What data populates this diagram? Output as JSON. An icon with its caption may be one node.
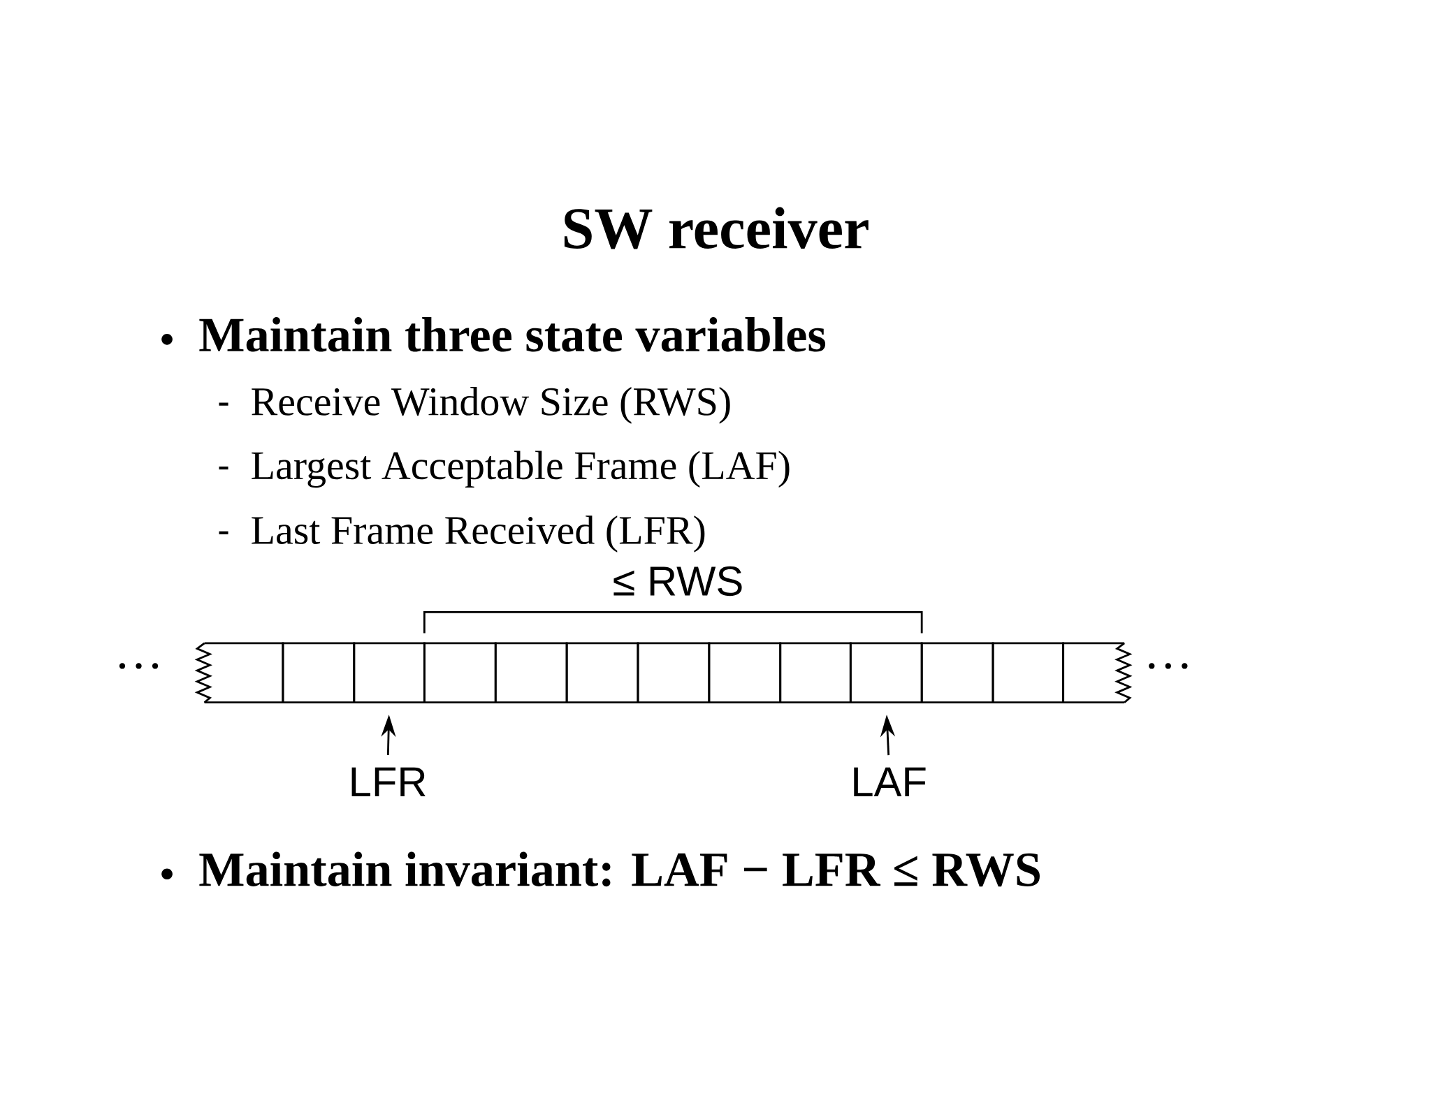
{
  "diagram": {
    "title": "SW receiver",
    "nodes": [
      {
        "text": [],
        "shape": "box"
      },
      {
        "text": [],
        "shape": "box"
      },
      {
        "text": [],
        "shape": "box"
      },
      {
        "text": [],
        "shape": "box"
      },
      {
        "text": [],
        "shape": "box"
      },
      {
        "text": [],
        "shape": "box"
      },
      {
        "text": [],
        "shape": "box"
      },
      {
        "text": [],
        "shape": "box"
      },
      {
        "text": [],
        "shape": "box"
      },
      {
        "text": [],
        "shape": "box"
      },
      {
        "text": [],
        "shape": "box"
      },
      {
        "text": [],
        "shape": "box"
      },
      {
        "text": [],
        "shape": "box"
      },
      {
        "text": [
          "LFR"
        ]
      },
      {
        "text": [
          "LAF"
        ]
      }
    ],
    "edges": [
      {
        "from": 13,
        "to": 2,
        "arrow": "to"
      },
      {
        "from": 14,
        "to": 9,
        "arrow": "to"
      }
    ],
    "labels": [
      "Maintain three state variables",
      "Receive Window Size (RWS)",
      "Largest Acceptable Frame (LAF)",
      "Last Frame Received (LFR)",
      "≤ RWS",
      "…",
      "…",
      "Maintain invariant: LAF − LFR ≤ RWS"
    ]
  }
}
